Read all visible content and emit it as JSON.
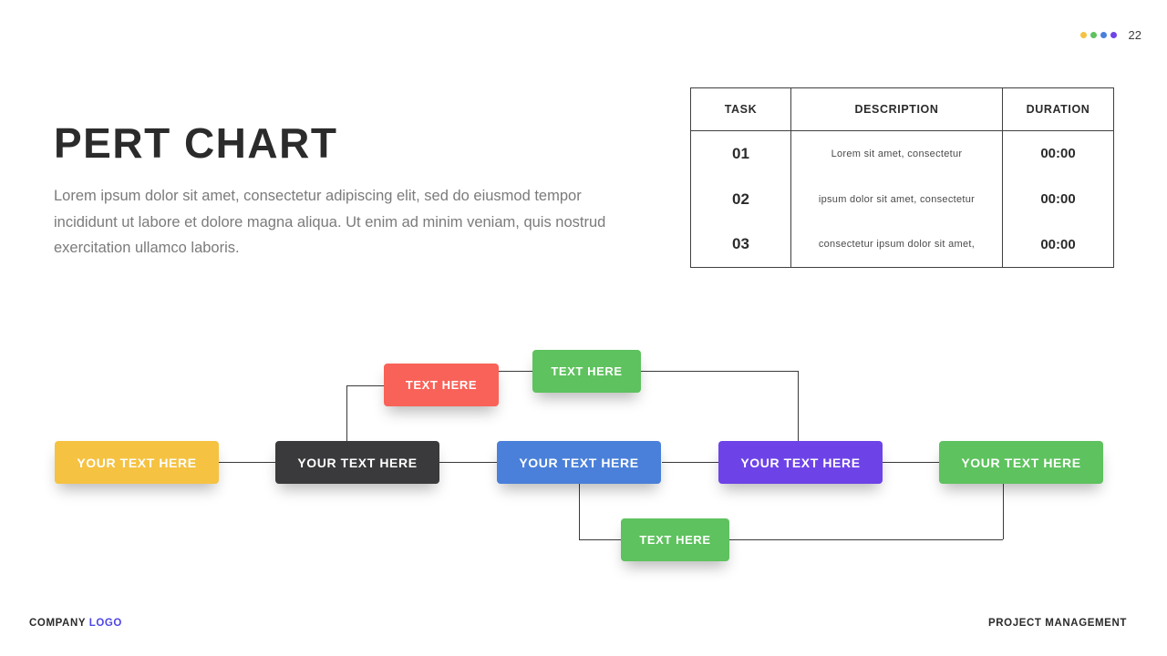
{
  "slide": {
    "page_number": "22",
    "title": "PERT CHART",
    "subtitle": "Lorem ipsum dolor sit amet, consectetur adipiscing elit, sed do eiusmod tempor incididunt ut labore et dolore magna aliqua. Ut enim ad minim veniam, quis nostrud exercitation ullamco laboris.",
    "footer": {
      "company": "COMPANY",
      "logo": "LOGO",
      "right_text": "PROJECT MANAGEMENT"
    },
    "page_dots": [
      "#F5C242",
      "#5EC25E",
      "#4A80D9",
      "#6D43E8"
    ]
  },
  "table": {
    "headers": [
      "TASK",
      "DESCRIPTION",
      "DURATION"
    ],
    "rows": [
      {
        "task": "01",
        "description": "Lorem sit amet, consectetur",
        "duration": "00:00"
      },
      {
        "task": "02",
        "description": "ipsum dolor sit amet, consectetur",
        "duration": "00:00"
      },
      {
        "task": "03",
        "description": "consectetur ipsum dolor sit amet,",
        "duration": "00:00"
      }
    ]
  },
  "diagram": {
    "nodes": [
      {
        "id": "n1",
        "label": "YOUR TEXT HERE",
        "color": "#F5C242"
      },
      {
        "id": "n2",
        "label": "YOUR TEXT HERE",
        "color": "#3A3A3C"
      },
      {
        "id": "n3",
        "label": "YOUR TEXT HERE",
        "color": "#4A80D9"
      },
      {
        "id": "n4",
        "label": "YOUR TEXT HERE",
        "color": "#6D43E8"
      },
      {
        "id": "n5",
        "label": "YOUR TEXT HERE",
        "color": "#5EC25E"
      },
      {
        "id": "t1",
        "label": "TEXT HERE",
        "color": "#F96258"
      },
      {
        "id": "t2",
        "label": "TEXT HERE",
        "color": "#5EC25E"
      },
      {
        "id": "t3",
        "label": "TEXT HERE",
        "color": "#5EC25E"
      }
    ],
    "edges": [
      [
        "n1",
        "n2"
      ],
      [
        "n2",
        "n3"
      ],
      [
        "n3",
        "n4"
      ],
      [
        "n4",
        "n5"
      ],
      [
        "n2",
        "t1"
      ],
      [
        "t1",
        "t2"
      ],
      [
        "t2",
        "n4"
      ],
      [
        "n3",
        "t3"
      ],
      [
        "t3",
        "n5"
      ]
    ],
    "line_color": "#3a3a3a"
  }
}
